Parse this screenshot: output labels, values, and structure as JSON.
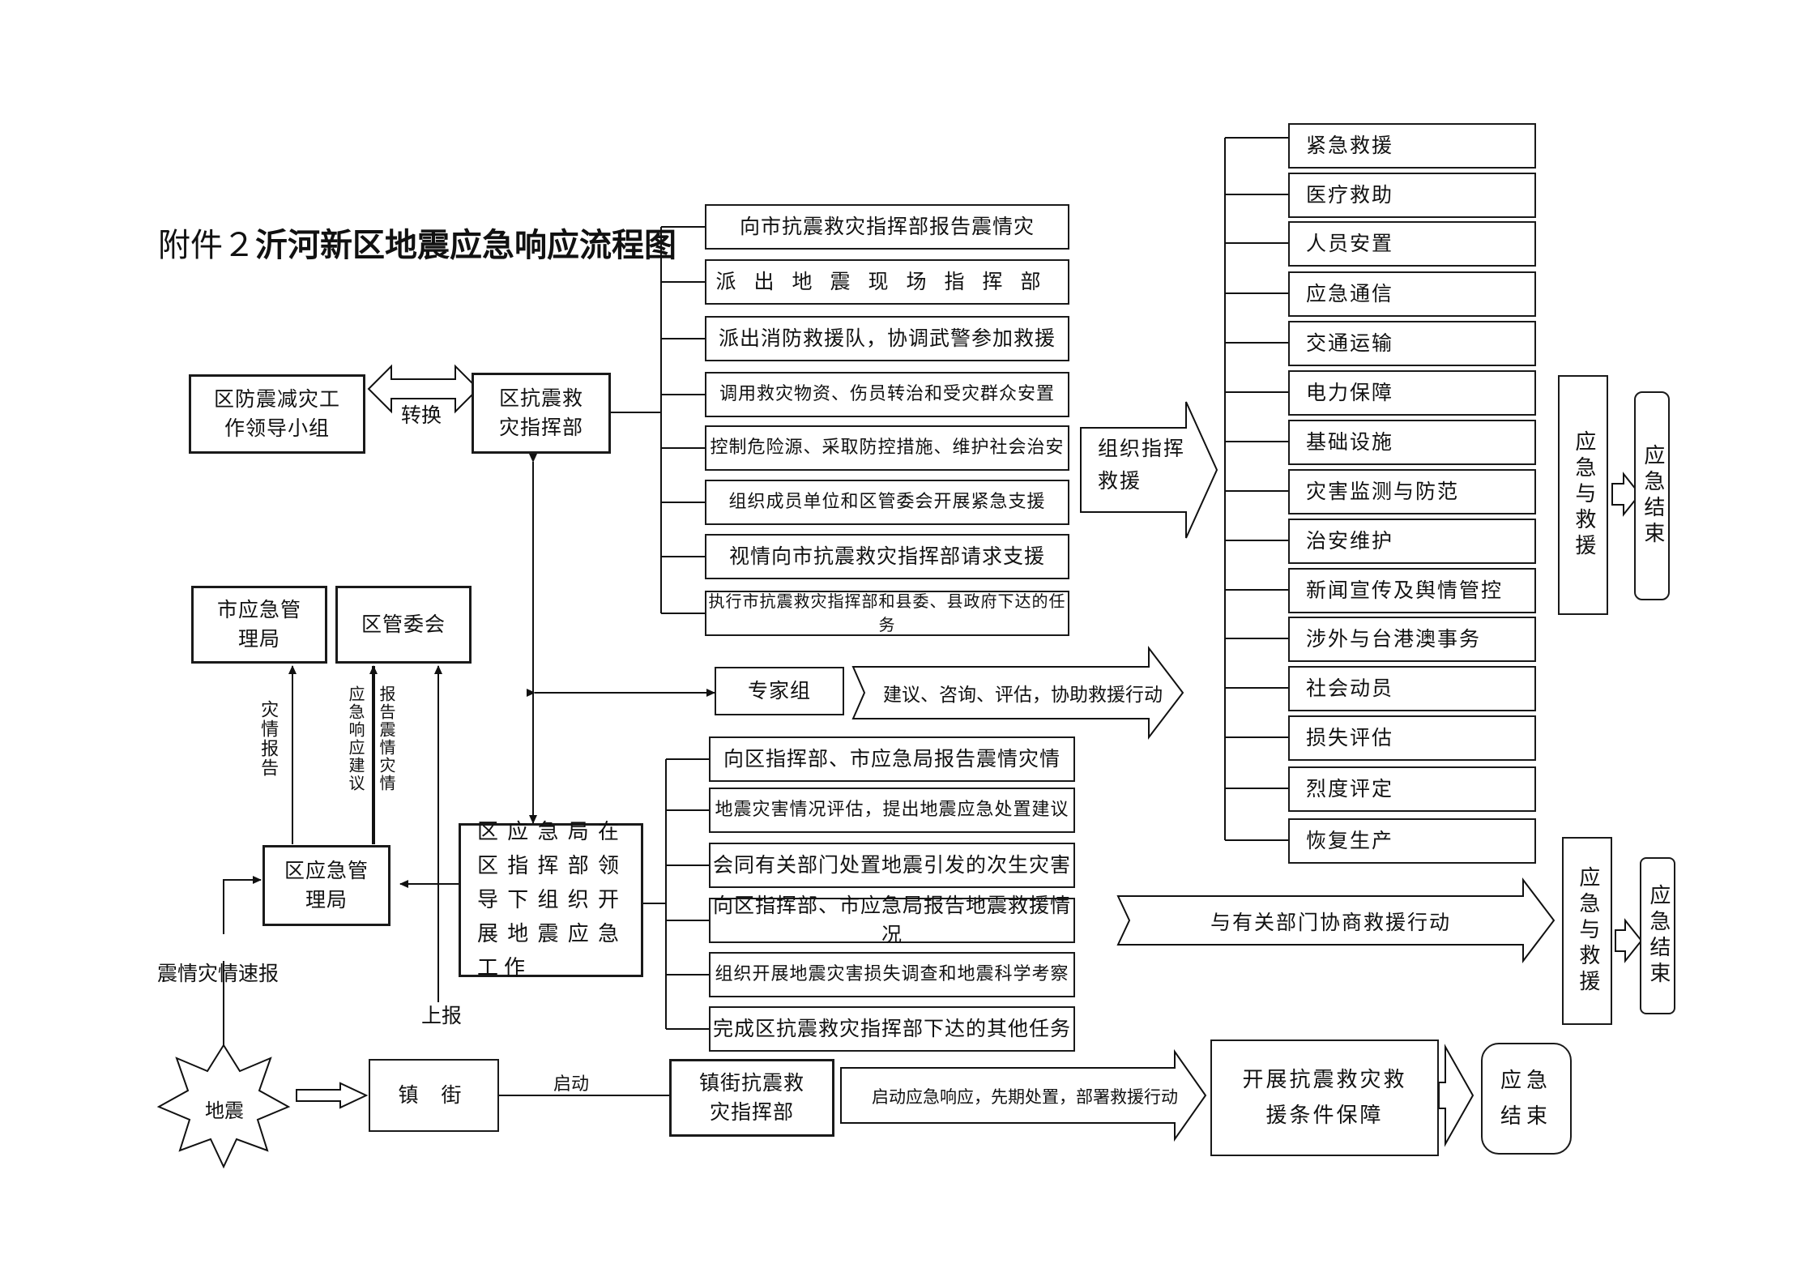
{
  "title": {
    "prefix": "附件２",
    "main": "沂河新区地震应急响应流程图"
  },
  "left": {
    "leader_group": "区防震减灾工作领导小组",
    "switch": "转换",
    "hq": "区抗震救灾指挥部",
    "city_bureau": "市应急管理局",
    "committee": "区管委会",
    "district_bureau": "区应急管理局",
    "lbl_disaster_report": "灾情报告",
    "lbl_response_suggest": "应急响应建议",
    "lbl_report_quake": "报告震情灾情",
    "lbl_quick_report": "震情灾情速报",
    "lbl_upward": "上报",
    "quake": "地震",
    "town": "镇  街",
    "lbl_start": "启动"
  },
  "hq_tasks": [
    "向市抗震救灾指挥部报告震情灾",
    "派出地震现场指挥部",
    "派出消防救援队，协调武警参加救援",
    "调用救灾物资、伤员转治和受灾群众安置",
    "控制危险源、采取防控措施、维护社会治安",
    "组织成员单位和区管委会开展紧急支援",
    "视情向市抗震救灾指挥部请求支援",
    "执行市抗震救灾指挥部和县委、县政府下达的任务"
  ],
  "organize_arrow": "组织指挥救援",
  "rescue_items": [
    "紧急救援",
    "医疗救助",
    "人员安置",
    "应急通信",
    "交通运输",
    "电力保障",
    "基础设施",
    "灾害监测与防范",
    "治安维护",
    "新闻宣传及舆情管控",
    "涉外与台港澳事务",
    "社会动员",
    "损失评估",
    "烈度评定",
    "恢复生产"
  ],
  "emergency_rescue": "应急与救援",
  "emergency_end": "应急结束",
  "expert": {
    "label": "专家组",
    "arrow": "建议、咨询、评估，协助救援行动"
  },
  "bureau_work": "区应急局在区指挥部领导下组织开展地震应急工作",
  "bureau_tasks": [
    "向区指挥部、市应急局报告震情灾情",
    "地震灾害情况评估，提出地震应急处置建议",
    "会同有关部门处置地震引发的次生灾害",
    "向区指挥部、市应急局报告地震救援情况",
    "组织开展地震灾害损失调查和地震科学考察",
    "完成区抗震救灾指挥部下达的其他任务"
  ],
  "coop_arrow": "与有关部门协商救援行动",
  "town_hq": "镇街抗震救灾指挥部",
  "town_arrow": "启动应急响应，先期处置，部署救援行动",
  "support": "开展抗震救灾救援条件保障",
  "end_box": "应急结束"
}
